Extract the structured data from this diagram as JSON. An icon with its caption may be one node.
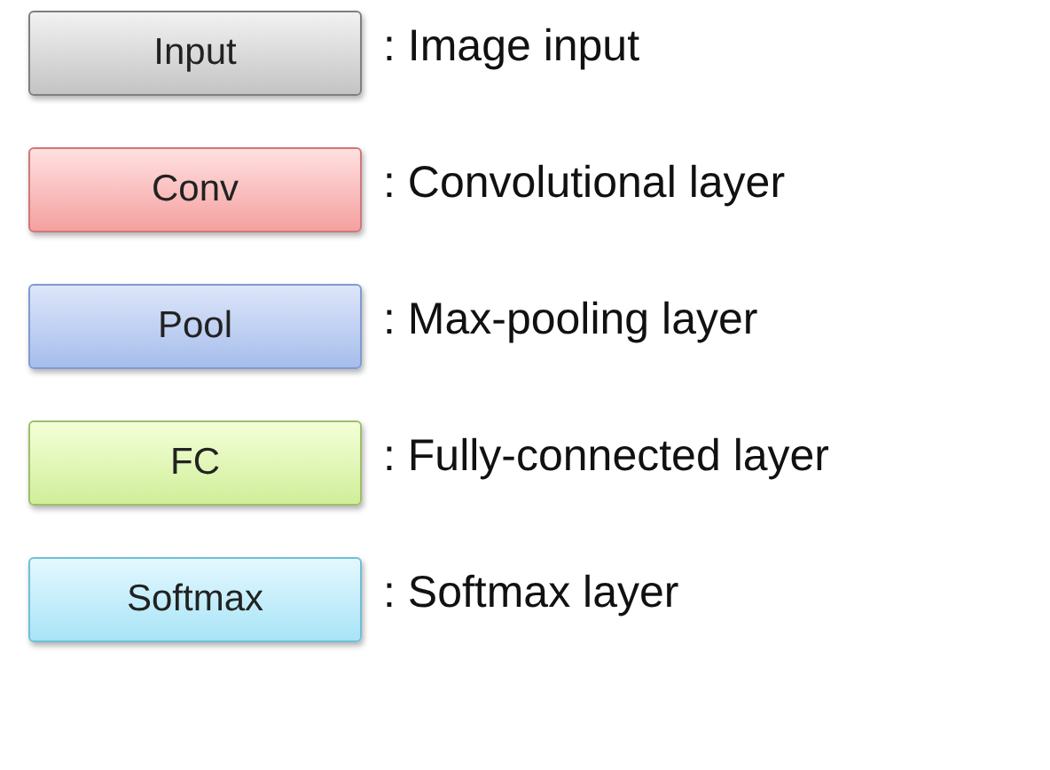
{
  "diagram": {
    "nodes": [
      {
        "text": [
          "Input"
        ],
        "beside": [
          ": Image input"
        ]
      },
      {
        "text": [
          "Conv"
        ],
        "beside": [
          ": Convolutional layer"
        ]
      },
      {
        "text": [
          "Pool"
        ],
        "beside": [
          ": Max-pooling layer"
        ]
      },
      {
        "text": [
          "FC"
        ],
        "beside": [
          ": Fully-connected layer"
        ]
      },
      {
        "text": [
          "Softmax"
        ],
        "beside": [
          ": Softmax layer"
        ]
      }
    ],
    "edges": []
  }
}
